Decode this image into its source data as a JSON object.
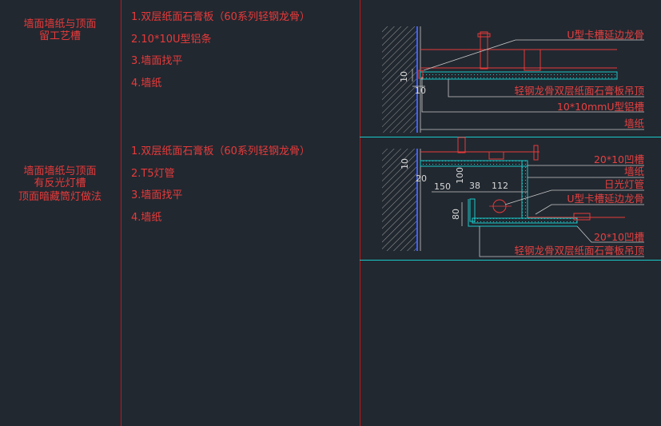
{
  "section1": {
    "title_line1": "墙面墙纸与顶面",
    "title_line2": "留工艺槽",
    "items": [
      "1.双层纸面石膏板（60系列轻钢龙骨）",
      "2.10*10U型铝条",
      "3.墙面找平",
      "4.墙纸"
    ],
    "labels": {
      "u_channel": "U型卡槽延边龙骨",
      "ceiling": "轻钢龙骨双层纸面石膏板吊顶",
      "u_alu": "10*10mmU型铝槽",
      "wallpaper": "墙纸"
    },
    "dims": {
      "d10a": "10",
      "d10b": "10"
    }
  },
  "section2": {
    "title_line1": "墙面墙纸与顶面",
    "title_line2": "有反光灯槽",
    "title_line3": "顶面暗藏筒灯做法",
    "items": [
      "1.双层纸面石膏板（60系列轻钢龙骨）",
      "2.T5灯管",
      "3.墙面找平",
      "4.墙纸"
    ],
    "labels": {
      "groove_top": "20*10凹槽",
      "wallpaper": "墙纸",
      "fluorescent": "日光灯管",
      "u_channel": "U型卡槽延边龙骨",
      "groove_bottom": "20*10凹槽",
      "ceiling": "轻钢龙骨双层纸面石膏板吊顶"
    },
    "dims": {
      "d10": "10",
      "d20": "20",
      "d150": "150",
      "d100": "100",
      "d38": "38",
      "d112": "112",
      "d80": "80"
    }
  },
  "colors": {
    "background": "#212830",
    "red": "#e83a3a",
    "cyan": "#19c9c9",
    "dim_line": "#c8c8c8"
  }
}
